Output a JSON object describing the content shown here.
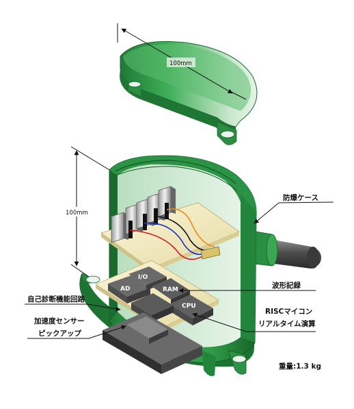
{
  "dimensions": {
    "lid_width": "100mm",
    "body_height": "100mm"
  },
  "chips": {
    "ad": "AD",
    "io": "I/O",
    "ram": "RAM",
    "cpu": "CPU"
  },
  "labels": {
    "explosion_proof_case": "防爆ケース",
    "waveform_recording": "波形記録",
    "risc_line1": "RISCマイコン",
    "risc_line2": "リアルタイム演算",
    "self_diagnosis": "自己診断機能回路",
    "accel_line1": "加速度センサー",
    "accel_line2": "ピックアップ",
    "weight": "重量:1.3 kg"
  },
  "colors": {
    "case_green": "#2e9a46",
    "case_dark": "#1e6f30",
    "board": "#efe6b8",
    "chip": "#555555",
    "sensor": "#4a4a4a"
  }
}
